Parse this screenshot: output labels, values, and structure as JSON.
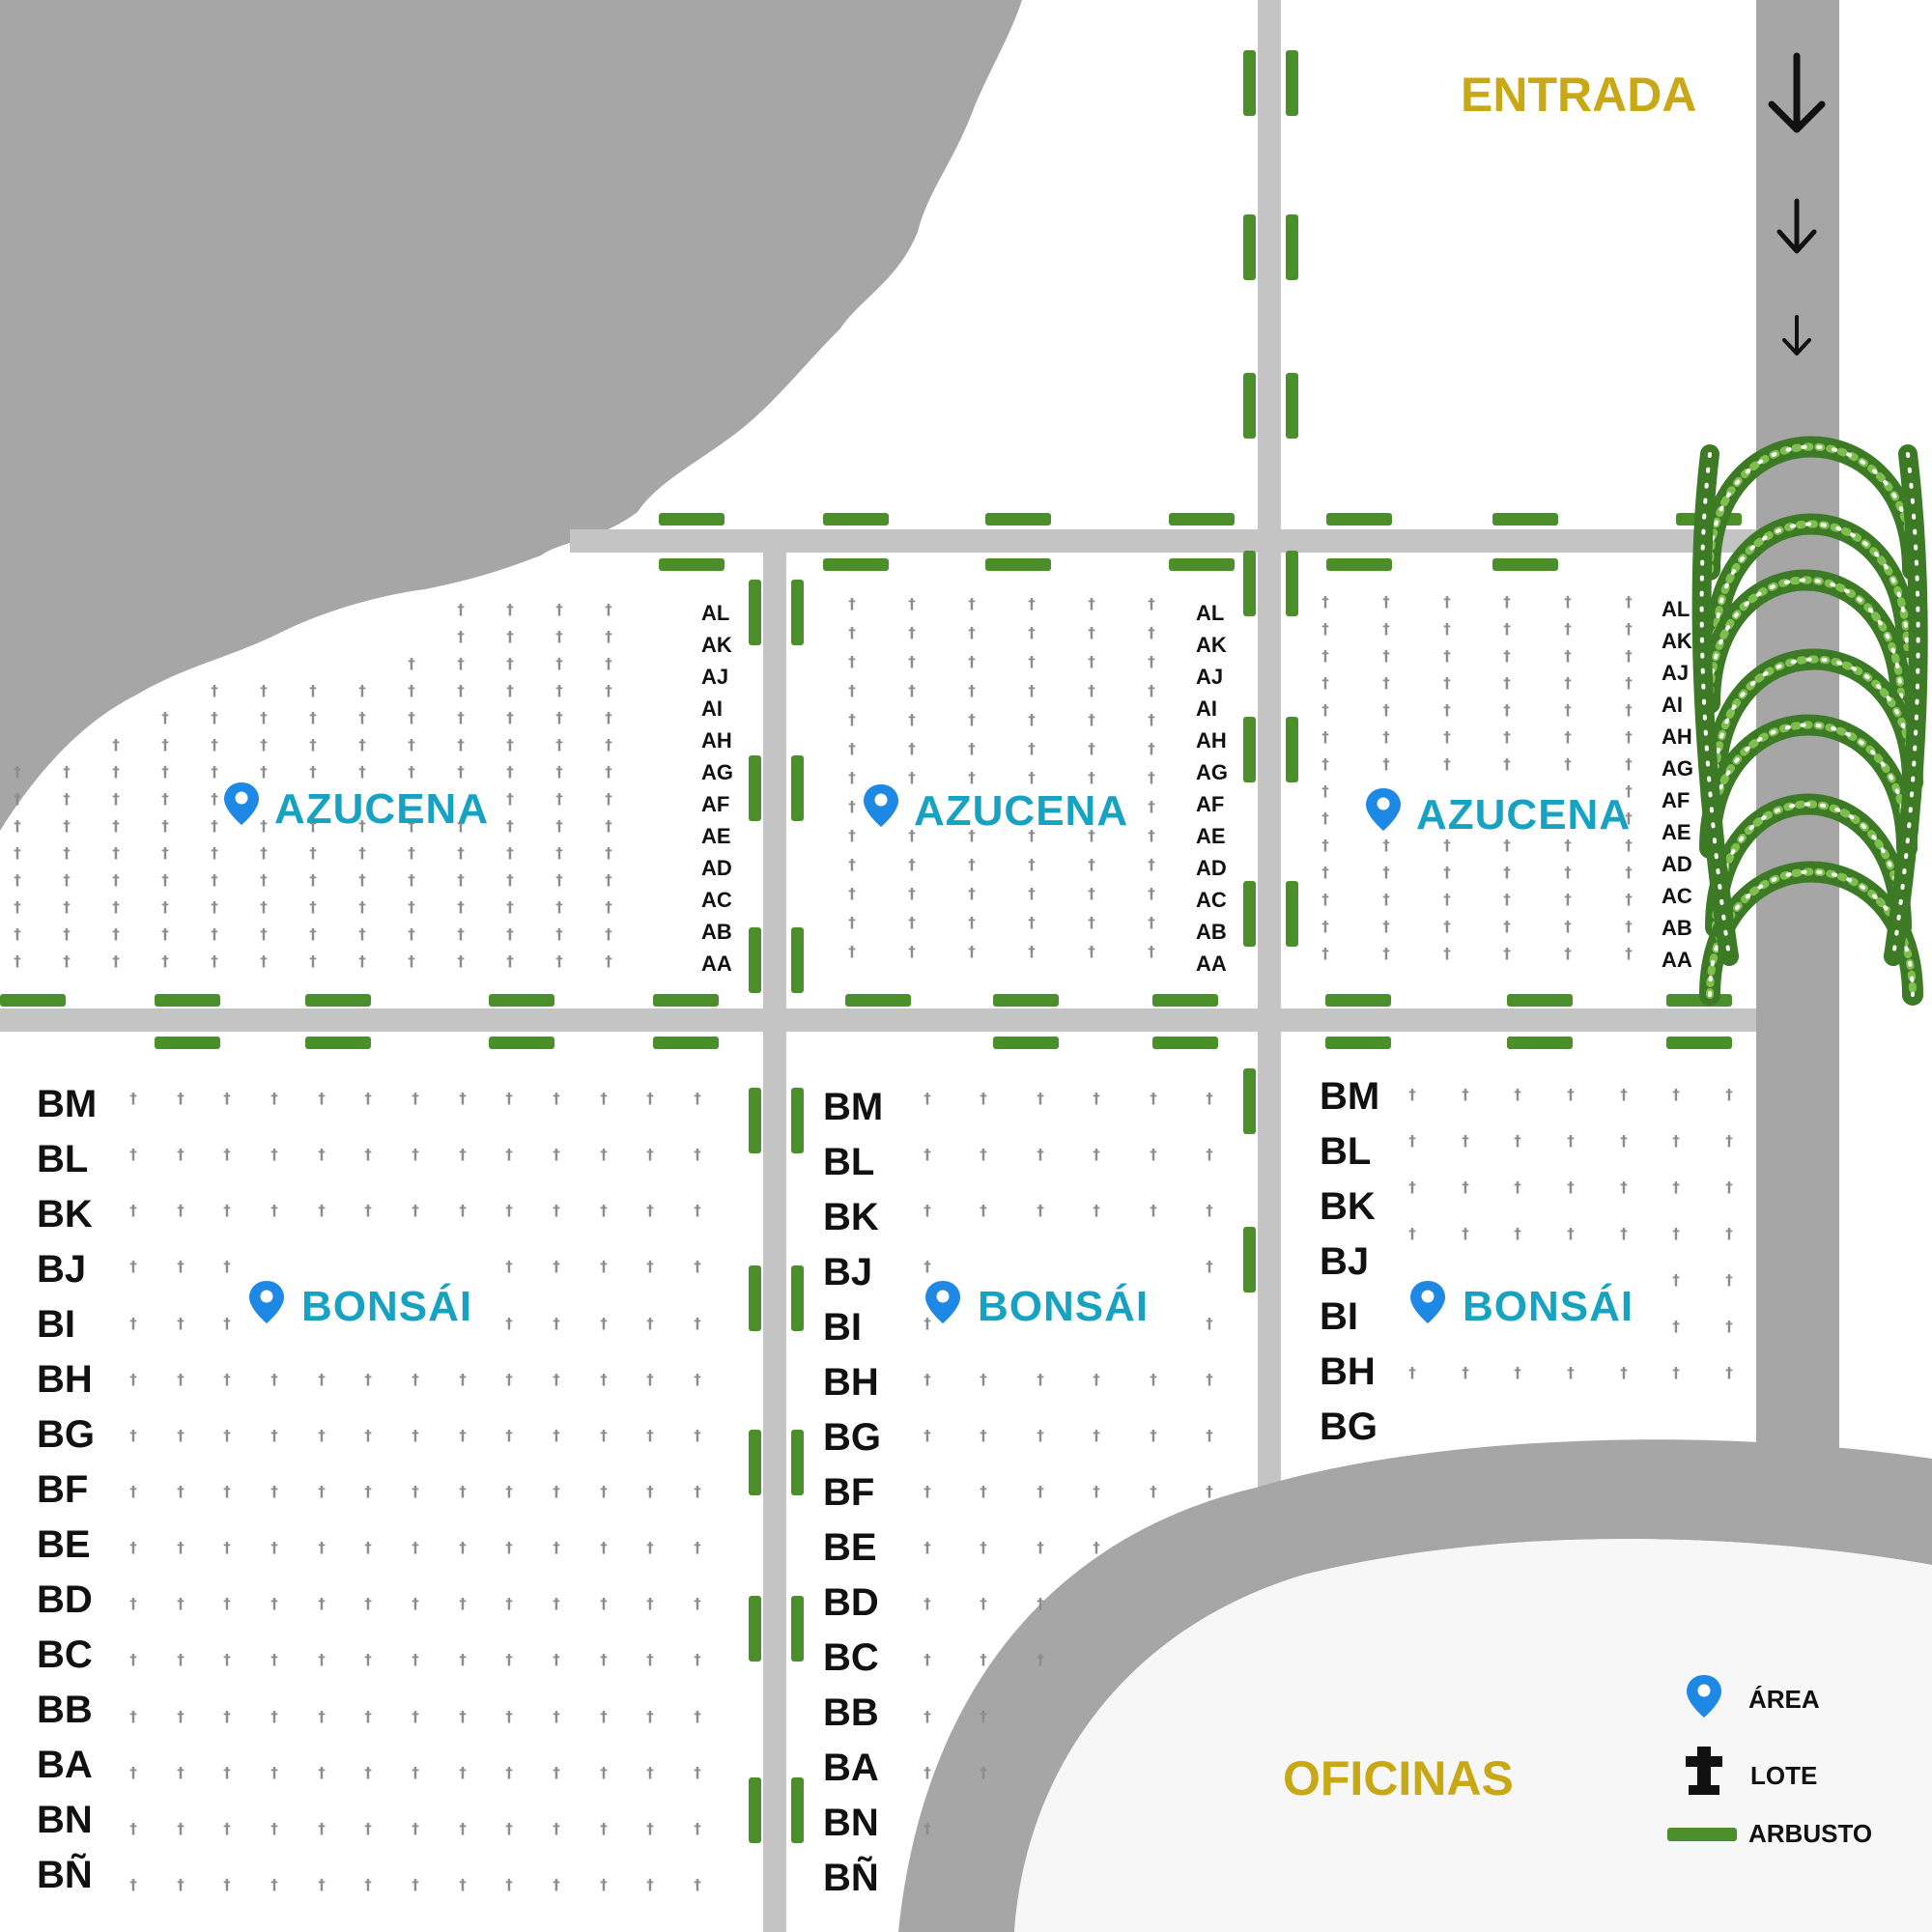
{
  "labels": {
    "entrance": "ENTRADA",
    "offices": "OFICINAS"
  },
  "areas": {
    "top": "AZUCENA",
    "bottom": "BONSÁI"
  },
  "rows": {
    "top": [
      "AL",
      "AK",
      "AJ",
      "AI",
      "AH",
      "AG",
      "AF",
      "AE",
      "AD",
      "AC",
      "AB",
      "AA"
    ],
    "bottom_left": [
      "BM",
      "BL",
      "BK",
      "BJ",
      "BI",
      "BH",
      "BG",
      "BF",
      "BE",
      "BD",
      "BC",
      "BB",
      "BA",
      "BN",
      "BÑ"
    ],
    "bottom_right": [
      "BM",
      "BL",
      "BK",
      "BJ",
      "BI",
      "BH",
      "BG"
    ]
  },
  "legend": {
    "area": "ÁREA",
    "lot": "LOTE",
    "shrub": "ARBUSTO"
  },
  "colors": {
    "road": "#a6a6a6",
    "path": "#c4c4c4",
    "shrub": "#4b8f2a",
    "area_text": "#17a2c2",
    "place_text": "#c8a815",
    "pin": "#1e88e5",
    "grave": "#8c8c8c"
  },
  "icons": {
    "area": "map-pin-icon",
    "lot": "cross-grave-icon",
    "shrub": "shrub-dash-icon",
    "entrance_arrow": "arrow-down-icon",
    "arch": "flower-arch-icon"
  }
}
